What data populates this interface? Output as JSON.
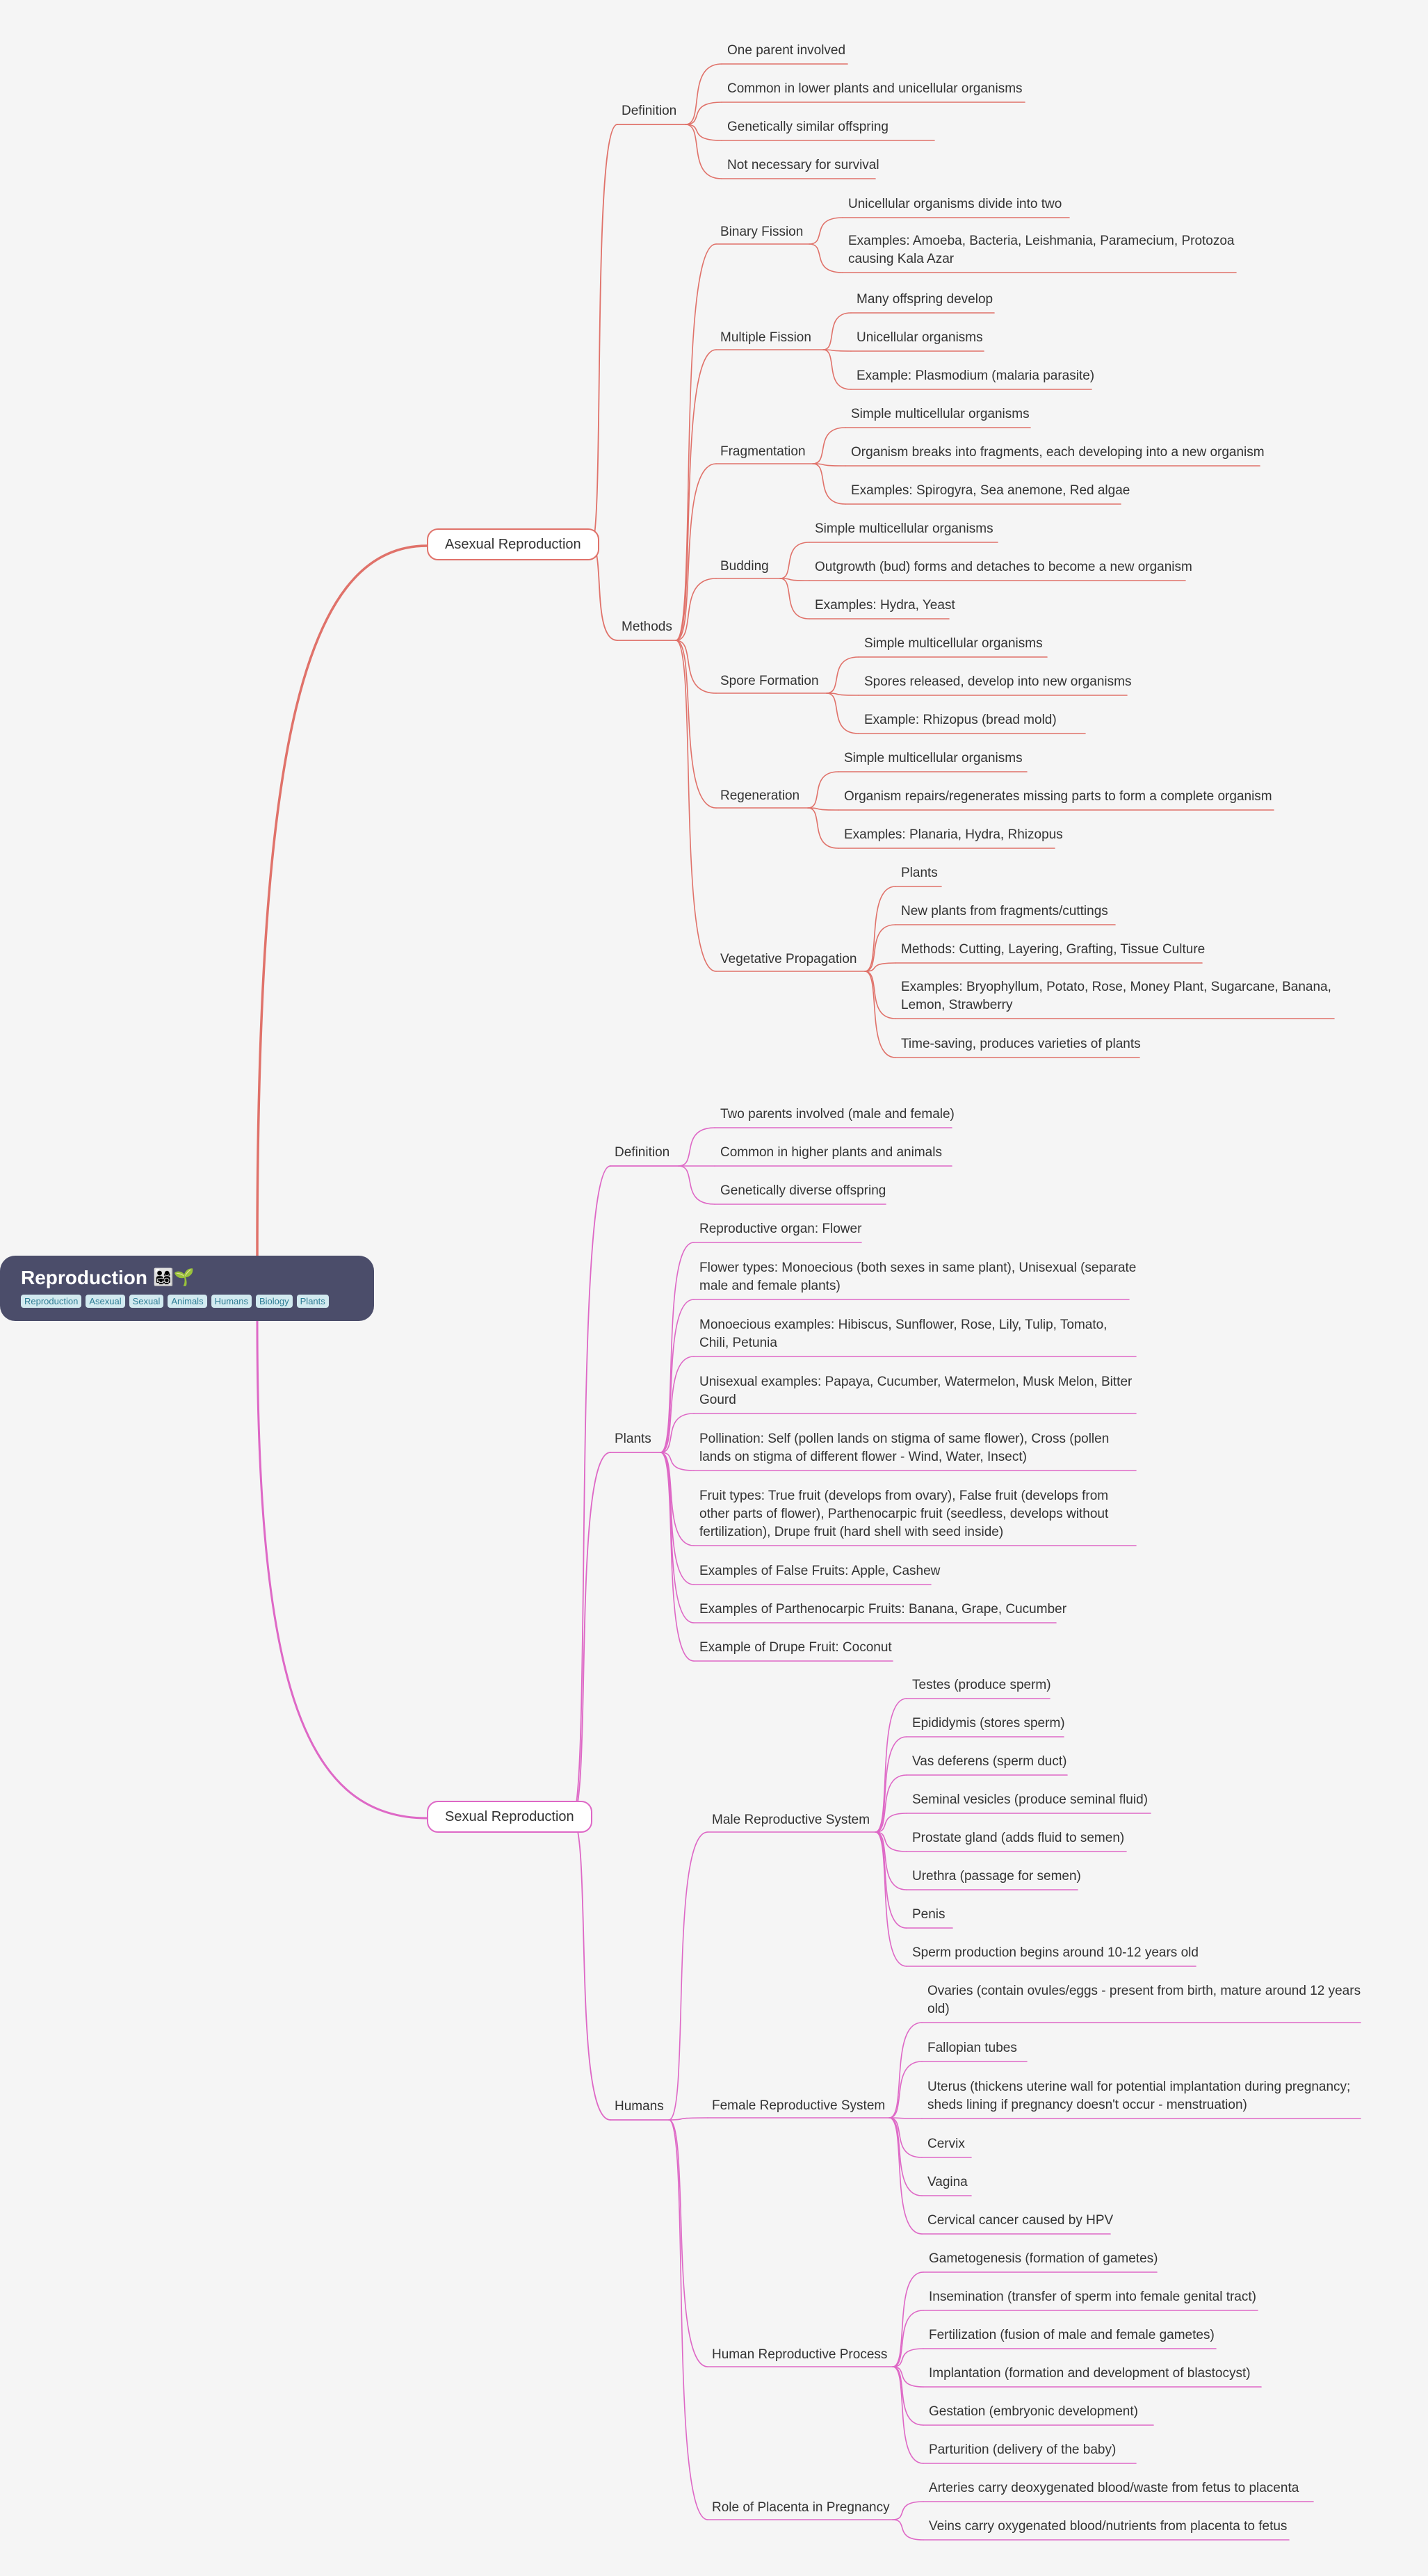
{
  "root": {
    "title": "Reproduction",
    "emoji": "👨‍👩‍👧‍👦🌱",
    "tags": [
      "Reproduction",
      "Asexual",
      "Sexual",
      "Animals",
      "Humans",
      "Biology",
      "Plants"
    ]
  },
  "colors": {
    "asexual": "#e0726a",
    "sexual": "#de68c6",
    "root_bg": "#4b4d6a",
    "tag_bg": "#d2eaf0",
    "tag_text": "#2d7c94"
  },
  "asexual": {
    "label": "Asexual Reproduction",
    "definition": {
      "label": "Definition",
      "items": [
        "One parent involved",
        "Common in lower plants and unicellular organisms",
        "Genetically similar offspring",
        "Not necessary for survival"
      ]
    },
    "methods": {
      "label": "Methods",
      "binary": {
        "label": "Binary Fission",
        "items": [
          "Unicellular organisms divide into two",
          "Examples: Amoeba, Bacteria, Leishmania, Paramecium, Protozoa causing Kala Azar"
        ]
      },
      "multiple": {
        "label": "Multiple Fission",
        "items": [
          "Many offspring develop",
          "Unicellular organisms",
          "Example: Plasmodium (malaria parasite)"
        ]
      },
      "fragmentation": {
        "label": "Fragmentation",
        "items": [
          "Simple multicellular organisms",
          "Organism breaks into fragments, each developing into a new organism",
          "Examples: Spirogyra, Sea anemone, Red algae"
        ]
      },
      "budding": {
        "label": "Budding",
        "items": [
          "Simple multicellular organisms",
          "Outgrowth (bud) forms and detaches to become a new organism",
          "Examples: Hydra, Yeast"
        ]
      },
      "spore": {
        "label": "Spore Formation",
        "items": [
          "Simple multicellular organisms",
          "Spores released, develop into new organisms",
          "Example: Rhizopus (bread mold)"
        ]
      },
      "regeneration": {
        "label": "Regeneration",
        "items": [
          "Simple multicellular organisms",
          "Organism repairs/regenerates missing parts to form a complete organism",
          "Examples: Planaria, Hydra, Rhizopus"
        ]
      },
      "vegetative": {
        "label": "Vegetative Propagation",
        "items": [
          "Plants",
          "New plants from fragments/cuttings",
          "Methods: Cutting, Layering, Grafting, Tissue Culture",
          "Examples: Bryophyllum, Potato, Rose, Money Plant, Sugarcane, Banana, Lemon, Strawberry",
          "Time-saving, produces varieties of plants"
        ]
      }
    }
  },
  "sexual": {
    "label": "Sexual Reproduction",
    "definition": {
      "label": "Definition",
      "items": [
        "Two parents involved (male and female)",
        "Common in higher plants and animals",
        "Genetically diverse offspring"
      ]
    },
    "plants": {
      "label": "Plants",
      "items": [
        "Reproductive organ: Flower",
        "Flower types: Monoecious (both sexes in same plant), Unisexual (separate male and female plants)",
        "Monoecious examples: Hibiscus, Sunflower, Rose, Lily, Tulip, Tomato, Chili, Petunia",
        "Unisexual examples: Papaya, Cucumber, Watermelon, Musk Melon, Bitter Gourd",
        "Pollination: Self (pollen lands on stigma of same flower), Cross (pollen lands on stigma of different flower - Wind, Water, Insect)",
        "Fruit types: True fruit (develops from ovary), False fruit (develops from other parts of flower), Parthenocarpic fruit (seedless, develops without fertilization), Drupe fruit (hard shell with seed inside)",
        "Examples of False Fruits: Apple, Cashew",
        "Examples of Parthenocarpic Fruits: Banana, Grape, Cucumber",
        "Example of Drupe Fruit: Coconut"
      ]
    },
    "humans": {
      "label": "Humans",
      "male": {
        "label": "Male Reproductive System",
        "items": [
          "Testes (produce sperm)",
          "Epididymis (stores sperm)",
          "Vas deferens (sperm duct)",
          "Seminal vesicles (produce seminal fluid)",
          "Prostate gland (adds fluid to semen)",
          "Urethra (passage for semen)",
          "Penis",
          "Sperm production begins around 10-12 years old"
        ]
      },
      "female": {
        "label": "Female Reproductive System",
        "items": [
          "Ovaries (contain ovules/eggs - present from birth, mature around 12 years old)",
          "Fallopian tubes",
          "Uterus (thickens uterine wall for potential implantation during pregnancy; sheds lining if pregnancy doesn't occur - menstruation)",
          "Cervix",
          "Vagina",
          "Cervical cancer caused by HPV"
        ]
      },
      "process": {
        "label": "Human Reproductive Process",
        "items": [
          "Gametogenesis (formation of gametes)",
          "Insemination (transfer of sperm into female genital tract)",
          "Fertilization (fusion of male and female gametes)",
          "Implantation (formation and development of blastocyst)",
          "Gestation (embryonic development)",
          "Parturition (delivery of the baby)"
        ]
      },
      "placenta": {
        "label": "Role of Placenta in Pregnancy",
        "items": [
          "Arteries carry deoxygenated blood/waste from fetus to placenta",
          "Veins carry oxygenated blood/nutrients from placenta to fetus"
        ]
      }
    }
  }
}
